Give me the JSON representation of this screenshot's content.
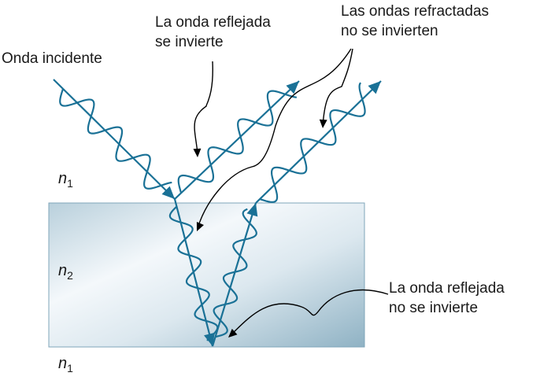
{
  "colors": {
    "ray": "#1a7196",
    "arrow": "#000000",
    "slab_light": "#f4f8fb",
    "slab_dark": "#9ab9ca",
    "slab_border": "#7fa6ba"
  },
  "labels": {
    "incident": "Onda incidente",
    "reflected_inverted": "La onda reflejada\nse invierte",
    "refracted_not_inverted": "Las ondas refractadas\nno se invierten",
    "reflected_not_inverted": "La onda reflejada\nno se invierte"
  },
  "indices": {
    "top": {
      "symbol": "n",
      "sub": "1"
    },
    "middle": {
      "symbol": "n",
      "sub": "2"
    },
    "bottom": {
      "symbol": "n",
      "sub": "1"
    }
  }
}
